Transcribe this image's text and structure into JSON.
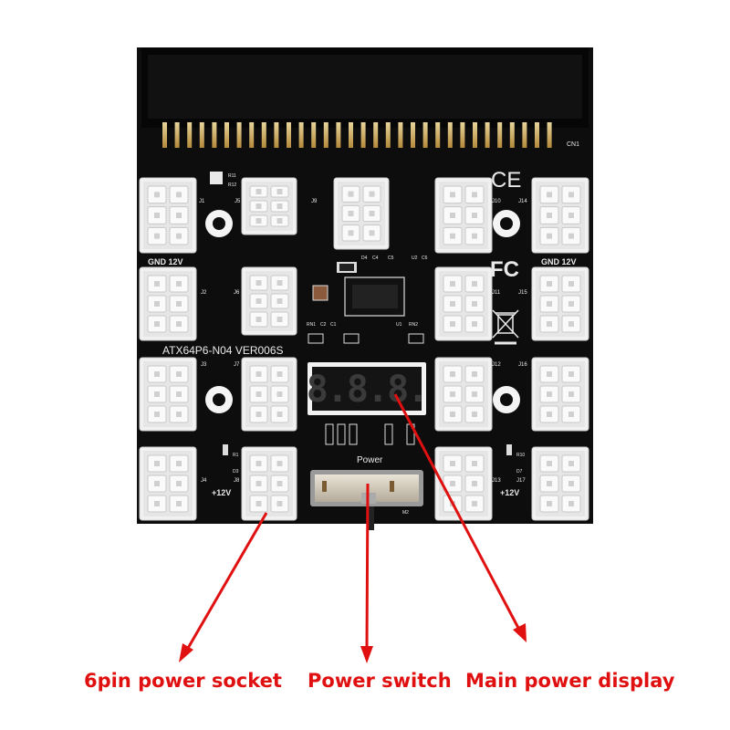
{
  "board": {
    "model_text": "ATX64P6-N04 VER006S",
    "power_label": "Power",
    "cn1_label": "CN1",
    "gnd_12v_left": "GND  12V",
    "gnd_12v_right": "GND  12V",
    "plus12v_left": "+12V",
    "plus12v_right": "+12V",
    "display_digits": "8.8.8.",
    "mark_ce": "CE",
    "mark_fc": "FC",
    "designators": {
      "j1": "J1",
      "j2": "J2",
      "j3": "J3",
      "j4": "J4",
      "j5": "J5",
      "j6": "J6",
      "j7": "J7",
      "j8": "J8",
      "j9": "J9",
      "j10": "J10",
      "j11": "J11",
      "j12": "J12",
      "j13": "J13",
      "j14": "J14",
      "j15": "J15",
      "j16": "J16",
      "j17": "J17",
      "r11": "R11",
      "r12": "R12",
      "r1": "R1",
      "d3": "D3",
      "r10": "R10",
      "d7": "D7",
      "d4": "D4",
      "c4": "C4",
      "c5": "C5",
      "u2": "U2",
      "c6": "C6",
      "rn1": "RN1",
      "c2": "C2",
      "c1": "C1",
      "u1": "U1",
      "rn2": "RN2",
      "m2": "M2"
    }
  },
  "callouts": {
    "socket_label": "6pin power socket",
    "switch_label": "Power switch",
    "display_label": "Main power display"
  },
  "colors": {
    "pcb": "#0d0d0d",
    "arrow": "#e01010",
    "connector": "#f1f1f1",
    "gold_pin": "#c9a45a"
  }
}
